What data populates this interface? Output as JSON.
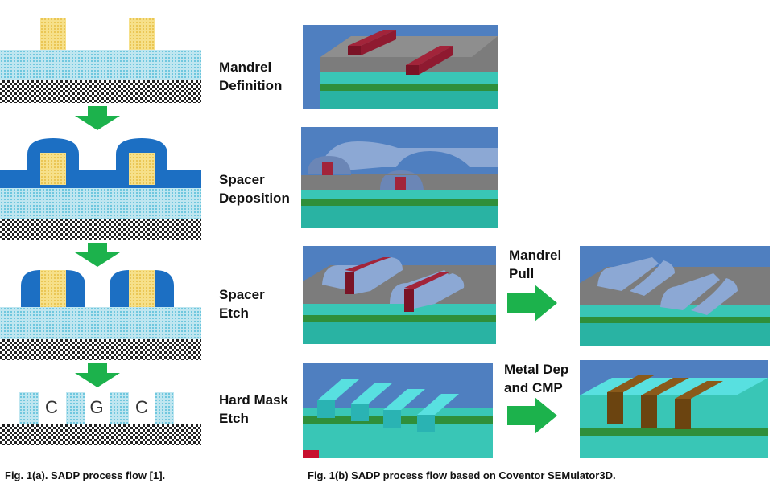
{
  "steps": {
    "mandrel_definition": [
      "Mandrel",
      "Definition"
    ],
    "spacer_deposition": [
      "Spacer",
      "Deposition"
    ],
    "spacer_etch": [
      "Spacer",
      "Etch"
    ],
    "hard_mask_etch": [
      "Hard Mask",
      "Etch"
    ]
  },
  "arrows": {
    "mandrel_pull": [
      "Mandrel",
      "Pull"
    ],
    "metal_dep": [
      "Metal Dep",
      "and CMP"
    ]
  },
  "pattern_letters": [
    "C",
    "G",
    "C"
  ],
  "captions": {
    "fig_a": "Fig. 1(a). SADP process flow [1].",
    "fig_b": "Fig. 1(b) SADP process flow based on Coventor SEMulator3D."
  },
  "colors": {
    "arrow_green": "#1cb24c",
    "mandrel_red": "#8b1a2c",
    "spacer_blue": "#1c6fc3",
    "hardmask_cyan": "#3fd1d1"
  }
}
